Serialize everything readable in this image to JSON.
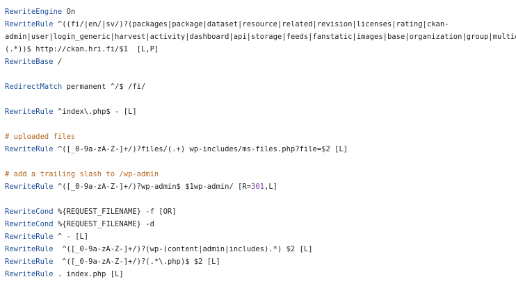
{
  "lines": [
    [
      {
        "c": "kw",
        "t": "RewriteEngine"
      },
      {
        "c": "txt",
        "t": " On"
      }
    ],
    [
      {
        "c": "kw",
        "t": "RewriteRule"
      },
      {
        "c": "txt",
        "t": " ^((fi/|en/|sv/)?(packages|package|dataset|resource|related|revision|licenses|rating|ckan-"
      }
    ],
    [
      {
        "c": "txt",
        "t": "admin|user|login_generic|harvest|activity|dashboard|api|storage|feeds|fanstatic|images|base|organization|group|multiedit)"
      }
    ],
    [
      {
        "c": "txt",
        "t": "(.*))$ http://ckan.hri.fi/$1  [L,P]"
      }
    ],
    [
      {
        "c": "kw",
        "t": "RewriteBase"
      },
      {
        "c": "txt",
        "t": " /"
      }
    ],
    [],
    [
      {
        "c": "kw",
        "t": "RedirectMatch"
      },
      {
        "c": "txt",
        "t": " permanent ^/$ /fi/"
      }
    ],
    [],
    [
      {
        "c": "kw",
        "t": "RewriteRule"
      },
      {
        "c": "txt",
        "t": " ^index\\.php$ - [L]"
      }
    ],
    [],
    [
      {
        "c": "cm",
        "t": "# uploaded files"
      }
    ],
    [
      {
        "c": "kw",
        "t": "RewriteRule"
      },
      {
        "c": "txt",
        "t": " ^([_0-9a-zA-Z-]+/)?files/(.+) wp-includes/ms-files.php?file=$2 [L]"
      }
    ],
    [],
    [
      {
        "c": "cm",
        "t": "# add a trailing slash to /wp-admin"
      }
    ],
    [
      {
        "c": "kw",
        "t": "RewriteRule"
      },
      {
        "c": "txt",
        "t": " ^([_0-9a-zA-Z-]+/)?wp-admin$ $1wp-admin/ [R="
      },
      {
        "c": "num",
        "t": "301"
      },
      {
        "c": "txt",
        "t": ",L]"
      }
    ],
    [],
    [
      {
        "c": "kw",
        "t": "RewriteCond"
      },
      {
        "c": "txt",
        "t": " %{REQUEST_FILENAME} -f [OR]"
      }
    ],
    [
      {
        "c": "kw",
        "t": "RewriteCond"
      },
      {
        "c": "txt",
        "t": " %{REQUEST_FILENAME} -d"
      }
    ],
    [
      {
        "c": "kw",
        "t": "RewriteRule"
      },
      {
        "c": "txt",
        "t": " ^ - [L]"
      }
    ],
    [
      {
        "c": "kw",
        "t": "RewriteRule"
      },
      {
        "c": "txt",
        "t": "  ^([_0-9a-zA-Z-]+/)?(wp-(content|admin|includes).*) $2 [L]"
      }
    ],
    [
      {
        "c": "kw",
        "t": "RewriteRule"
      },
      {
        "c": "txt",
        "t": "  ^([_0-9a-zA-Z-]+/)?(.*\\.php)$ $2 [L]"
      }
    ],
    [
      {
        "c": "kw",
        "t": "RewriteRule"
      },
      {
        "c": "txt",
        "t": " . index.php [L]"
      }
    ]
  ]
}
